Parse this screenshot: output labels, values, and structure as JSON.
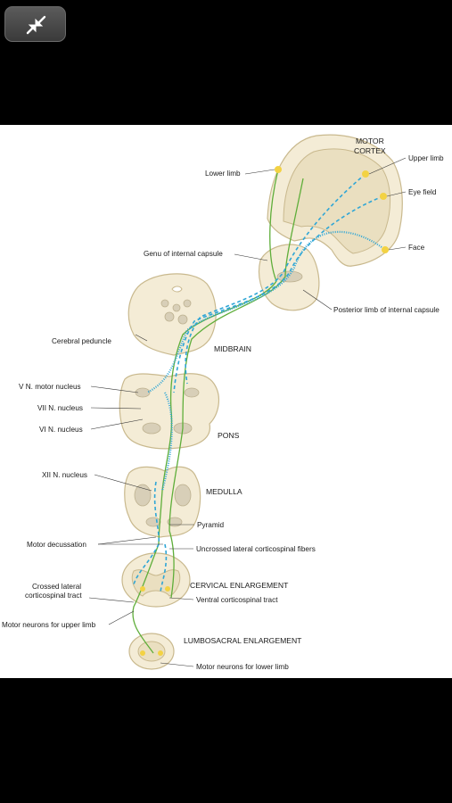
{
  "toolbar": {
    "collapse_icon": "collapse-arrows-icon"
  },
  "labels": {
    "motor_cortex_1": "MOTOR",
    "motor_cortex_2": "CORTEX",
    "upper_limb": "Upper limb",
    "lower_limb": "Lower limb",
    "eye_field": "Eye field",
    "face": "Face",
    "genu": "Genu of internal capsule",
    "posterior_limb": "Posterior limb of internal capsule",
    "cerebral_peduncle": "Cerebral peduncle",
    "midbrain": "MIDBRAIN",
    "v_nucleus": "V N. motor nucleus",
    "vii_nucleus": "VII N. nucleus",
    "vi_nucleus": "VI N. nucleus",
    "pons": "PONS",
    "xii_nucleus": "XII N. nucleus",
    "medulla": "MEDULLA",
    "pyramid": "Pyramid",
    "motor_decussation": "Motor decussation",
    "uncrossed_lateral": "Uncrossed lateral corticospinal fibers",
    "crossed_lateral_1": "Crossed lateral",
    "crossed_lateral_2": "corticospinal tract",
    "cervical": "CERVICAL ENLARGEMENT",
    "ventral_tract": "Ventral corticospinal tract",
    "motor_neurons_upper": "Motor neurons for upper limb",
    "lumbosacral": "LUMBOSACRAL ENLARGEMENT",
    "motor_neurons_lower": "Motor neurons for lower limb"
  },
  "colors": {
    "upper_motor_pathway": "#5fae3a",
    "cranial_nerve_pathway": "#2fa6d6",
    "cortex_points": "#f3d243"
  }
}
